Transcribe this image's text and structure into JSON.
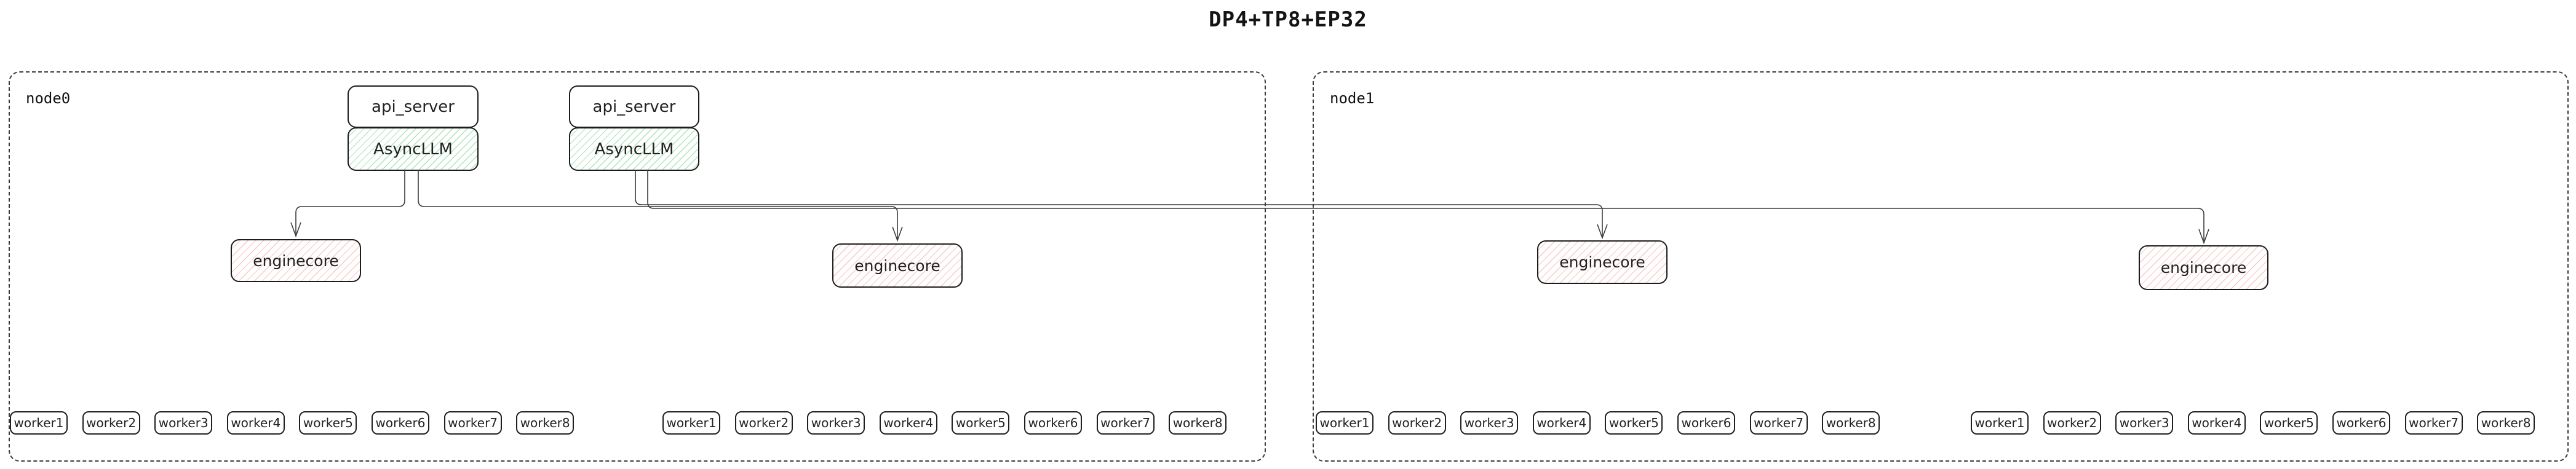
{
  "title": "DP4+TP8+EP32",
  "colors": {
    "ink": "#1c1c1c",
    "edge": "#3c3c3c",
    "green_hatch": "#78d296",
    "pink_hatch": "#ee9694",
    "node_border": "#3a3a3a"
  },
  "nodes": [
    {
      "label": "node0",
      "api_stacks": [
        {
          "server_label": "api_server",
          "llm_label": "AsyncLLM"
        },
        {
          "server_label": "api_server",
          "llm_label": "AsyncLLM"
        }
      ],
      "enginecores": [
        {
          "label": "enginecore"
        },
        {
          "label": "enginecore"
        }
      ],
      "worker_groups": [
        {
          "workers": [
            "worker1",
            "worker2",
            "worker3",
            "worker4",
            "worker5",
            "worker6",
            "worker7",
            "worker8"
          ]
        },
        {
          "workers": [
            "worker1",
            "worker2",
            "worker3",
            "worker4",
            "worker5",
            "worker6",
            "worker7",
            "worker8"
          ]
        }
      ]
    },
    {
      "label": "node1",
      "api_stacks": [],
      "enginecores": [
        {
          "label": "enginecore"
        },
        {
          "label": "enginecore"
        }
      ],
      "worker_groups": [
        {
          "workers": [
            "worker1",
            "worker2",
            "worker3",
            "worker4",
            "worker5",
            "worker6",
            "worker7",
            "worker8"
          ]
        },
        {
          "workers": [
            "worker1",
            "worker2",
            "worker3",
            "worker4",
            "worker5",
            "worker6",
            "worker7",
            "worker8"
          ]
        }
      ]
    }
  ]
}
